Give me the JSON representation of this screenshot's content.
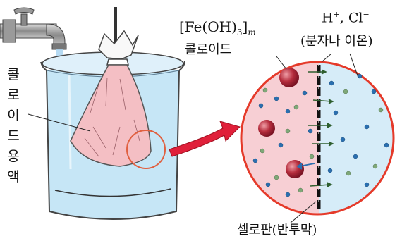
{
  "labels": {
    "colloid_vertical": "콜\n로\n이\n드\n용\n액",
    "formula_main": "[Fe(OH)",
    "formula_sub3": "3",
    "formula_close": "]",
    "formula_m": "m",
    "colloid": "콜로이드",
    "ions_h": "H",
    "ions_plus": "+",
    "ions_sep": ",  Cl",
    "ions_minus": "−",
    "molecule_ion": "(분자나 이온)",
    "membrane": "셀로판(반투막)"
  },
  "colors": {
    "water": "#c6e6f6",
    "bag": "#f4bfc4",
    "circle_border": "#e53a2a",
    "arrow": "#e0203a",
    "colloid_particle": "#b52c3c",
    "ion_blue": "#2a6fb0",
    "ion_green": "#7fa878"
  },
  "icons": [
    "faucet-icon",
    "beaker-icon",
    "cellophane-bag-icon",
    "magnifier-circle-icon",
    "membrane-icon"
  ]
}
